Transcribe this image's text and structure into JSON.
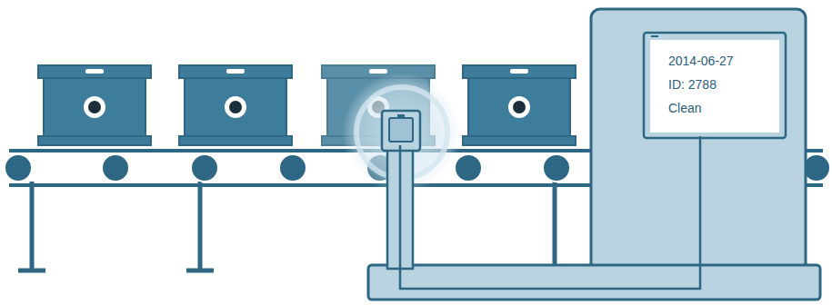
{
  "diagram": {
    "nodes": [
      {
        "text": [
          "2014-06-27",
          "ID: 2788",
          "Clean"
        ]
      }
    ]
  }
}
